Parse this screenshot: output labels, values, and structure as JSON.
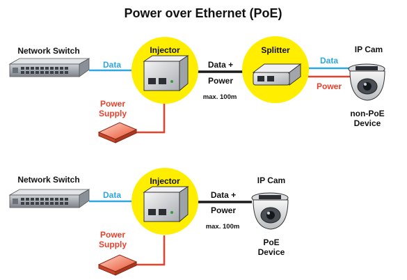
{
  "title": "Power over Ethernet (PoE)",
  "colors": {
    "data_line": "#2ea7e0",
    "power_line": "#e8402a",
    "combined_line": "#1a1a1a",
    "circle_fill": "#ffee00",
    "power_text": "#e8402a",
    "data_text": "#2ea7e0"
  },
  "icons": [
    "network-switch-icon",
    "injector-icon",
    "splitter-icon",
    "ip-camera-icon",
    "power-supply-icon"
  ],
  "top": {
    "switch_label": "Network Switch",
    "injector_label": "Injector",
    "splitter_label": "Splitter",
    "camera_label": "IP Cam",
    "data_left": "Data",
    "combined_line1": "Data +",
    "combined_line2": "Power",
    "max_distance": "max. 100m",
    "data_right": "Data",
    "power_right": "Power",
    "supply_line1": "Power",
    "supply_line2": "Supply",
    "device_line1": "non-PoE",
    "device_line2": "Device"
  },
  "bottom": {
    "switch_label": "Network Switch",
    "injector_label": "Injector",
    "camera_label": "IP Cam",
    "data_left": "Data",
    "combined_line1": "Data +",
    "combined_line2": "Power",
    "max_distance": "max. 100m",
    "supply_line1": "Power",
    "supply_line2": "Supply",
    "device_line1": "PoE",
    "device_line2": "Device"
  }
}
